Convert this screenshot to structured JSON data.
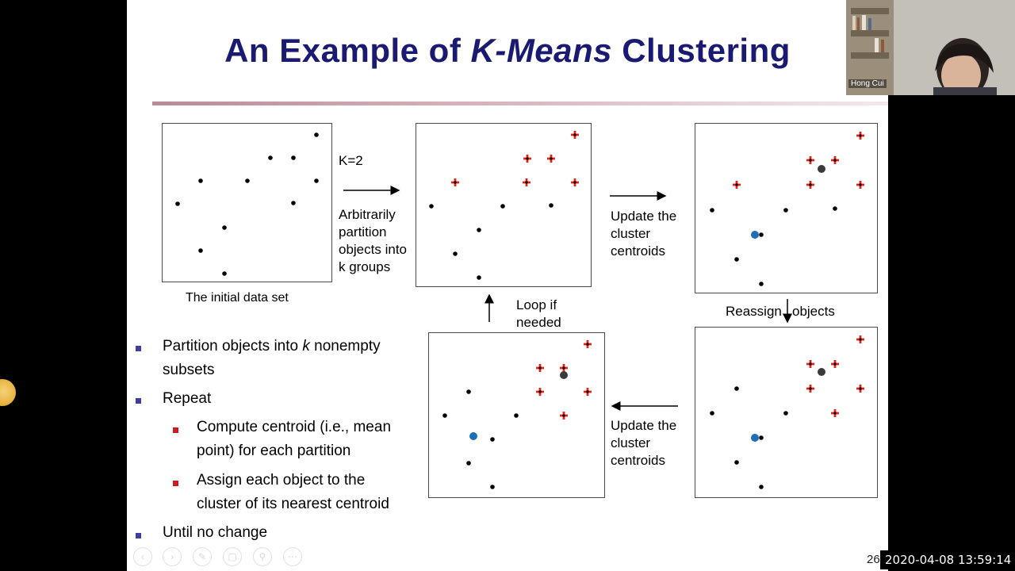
{
  "slide": {
    "title_prefix": "An Example of ",
    "title_italic": "K-Means",
    "title_suffix": " Clustering",
    "k_label": "K=2",
    "arbitrary_label": [
      "Arbitrarily",
      "partition",
      "objects into",
      "k groups"
    ],
    "update_label_top": [
      "Update the",
      "cluster",
      "centroids"
    ],
    "update_label_bottom": [
      "Update the",
      "cluster",
      "centroids"
    ],
    "reassign_label_left": "Reassign",
    "reassign_label_right": "objects",
    "loop_label": [
      "Loop if",
      "needed"
    ],
    "initial_caption": "The initial data set",
    "bullets": {
      "b1_pre": "Partition objects into ",
      "b1_italic": "k",
      "b1_post": " nonempty",
      "b1_line2": "subsets",
      "b2": "Repeat",
      "b2a_line1": "Compute centroid (i.e., mean",
      "b2a_line2": "point) for each partition",
      "b2b_line1": "Assign each object to the",
      "b2b_line2": "cluster of its nearest centroid",
      "b3": "Until no change"
    },
    "page_number": "26"
  },
  "overlay": {
    "timestamp": "2020-04-08 13:59:14",
    "presenter_name": "Hong Cui"
  },
  "colors": {
    "title": "#1a1a72",
    "dot_black": "#000000",
    "cross_red": "#e0251b",
    "centroid_blue": "#1b6fb5",
    "centroid_gray": "#3a3a3a",
    "bullet_blue": "#3c3fa0",
    "bullet_red": "#d11b1b"
  },
  "icons": [
    "prev-icon",
    "next-icon",
    "pen-icon",
    "slides-icon",
    "zoom-icon",
    "more-icon"
  ]
}
